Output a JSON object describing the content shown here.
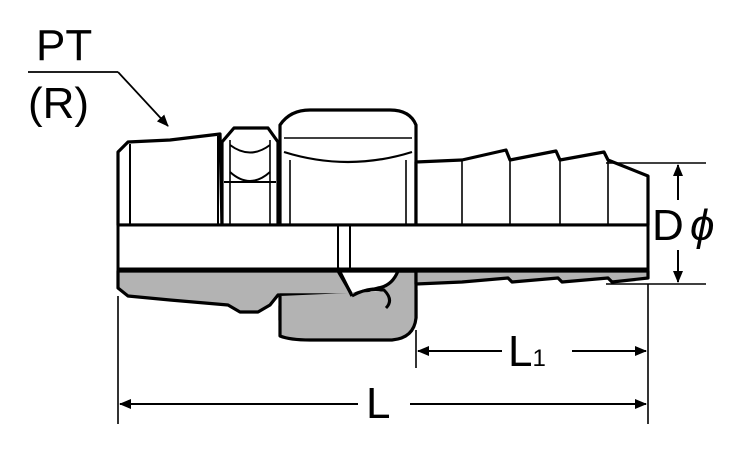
{
  "labels": {
    "thread_type": "PT",
    "thread_alt": "(R)",
    "diameter_symbol": "D",
    "phi": "ϕ",
    "length_total": "L",
    "length_hose_main": "L",
    "length_hose_sub": "1"
  },
  "colors": {
    "outline": "#000000",
    "section_fill": "#b3b3b3",
    "background": "#ffffff"
  }
}
